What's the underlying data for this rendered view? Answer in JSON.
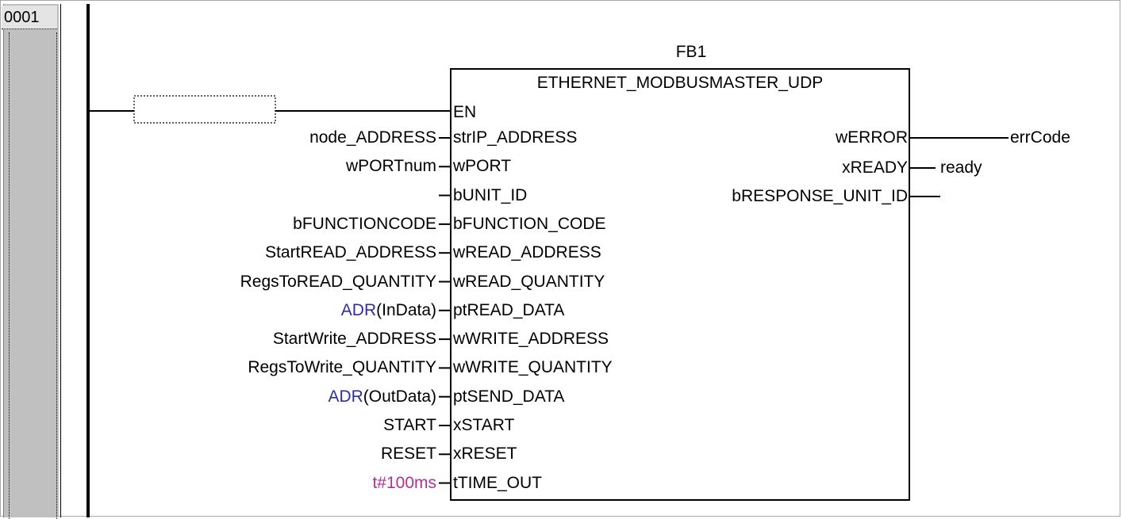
{
  "network": {
    "number": "0001"
  },
  "block": {
    "instance": "FB1",
    "type": "ETHERNET_MODBUSMASTER_UDP",
    "en": "EN",
    "inputs": [
      {
        "pin": "strIP_ADDRESS",
        "arg_func": "",
        "arg": "node_ADDRESS"
      },
      {
        "pin": "wPORT",
        "arg_func": "",
        "arg": "wPORTnum"
      },
      {
        "pin": "bUNIT_ID",
        "arg_func": "",
        "arg": ""
      },
      {
        "pin": "bFUNCTION_CODE",
        "arg_func": "",
        "arg": "bFUNCTIONCODE"
      },
      {
        "pin": "wREAD_ADDRESS",
        "arg_func": "",
        "arg": "StartREAD_ADDRESS"
      },
      {
        "pin": "wREAD_QUANTITY",
        "arg_func": "",
        "arg": "RegsToREAD_QUANTITY"
      },
      {
        "pin": "ptREAD_DATA",
        "arg_func": "ADR",
        "arg": "(InData)"
      },
      {
        "pin": "wWRITE_ADDRESS",
        "arg_func": "",
        "arg": "StartWrite_ADDRESS"
      },
      {
        "pin": "wWRITE_QUANTITY",
        "arg_func": "",
        "arg": "RegsToWrite_QUANTITY"
      },
      {
        "pin": "ptSEND_DATA",
        "arg_func": "ADR",
        "arg": "(OutData)"
      },
      {
        "pin": "xSTART",
        "arg_func": "",
        "arg": "START"
      },
      {
        "pin": "xRESET",
        "arg_func": "",
        "arg": "RESET"
      },
      {
        "pin": "tTIME_OUT",
        "arg_func": "",
        "arg": "t#100ms",
        "arg_color": "magenta"
      }
    ],
    "outputs": [
      {
        "pin": "wERROR",
        "target": "errCode"
      },
      {
        "pin": "xREADY",
        "target": "ready"
      },
      {
        "pin": "bRESPONSE_UNIT_ID",
        "target": ""
      }
    ]
  },
  "colors": {
    "operator_blue": "#2e2ea0",
    "time_literal_magenta": "#b0309a",
    "gutter_gray": "#c0c0c0"
  }
}
